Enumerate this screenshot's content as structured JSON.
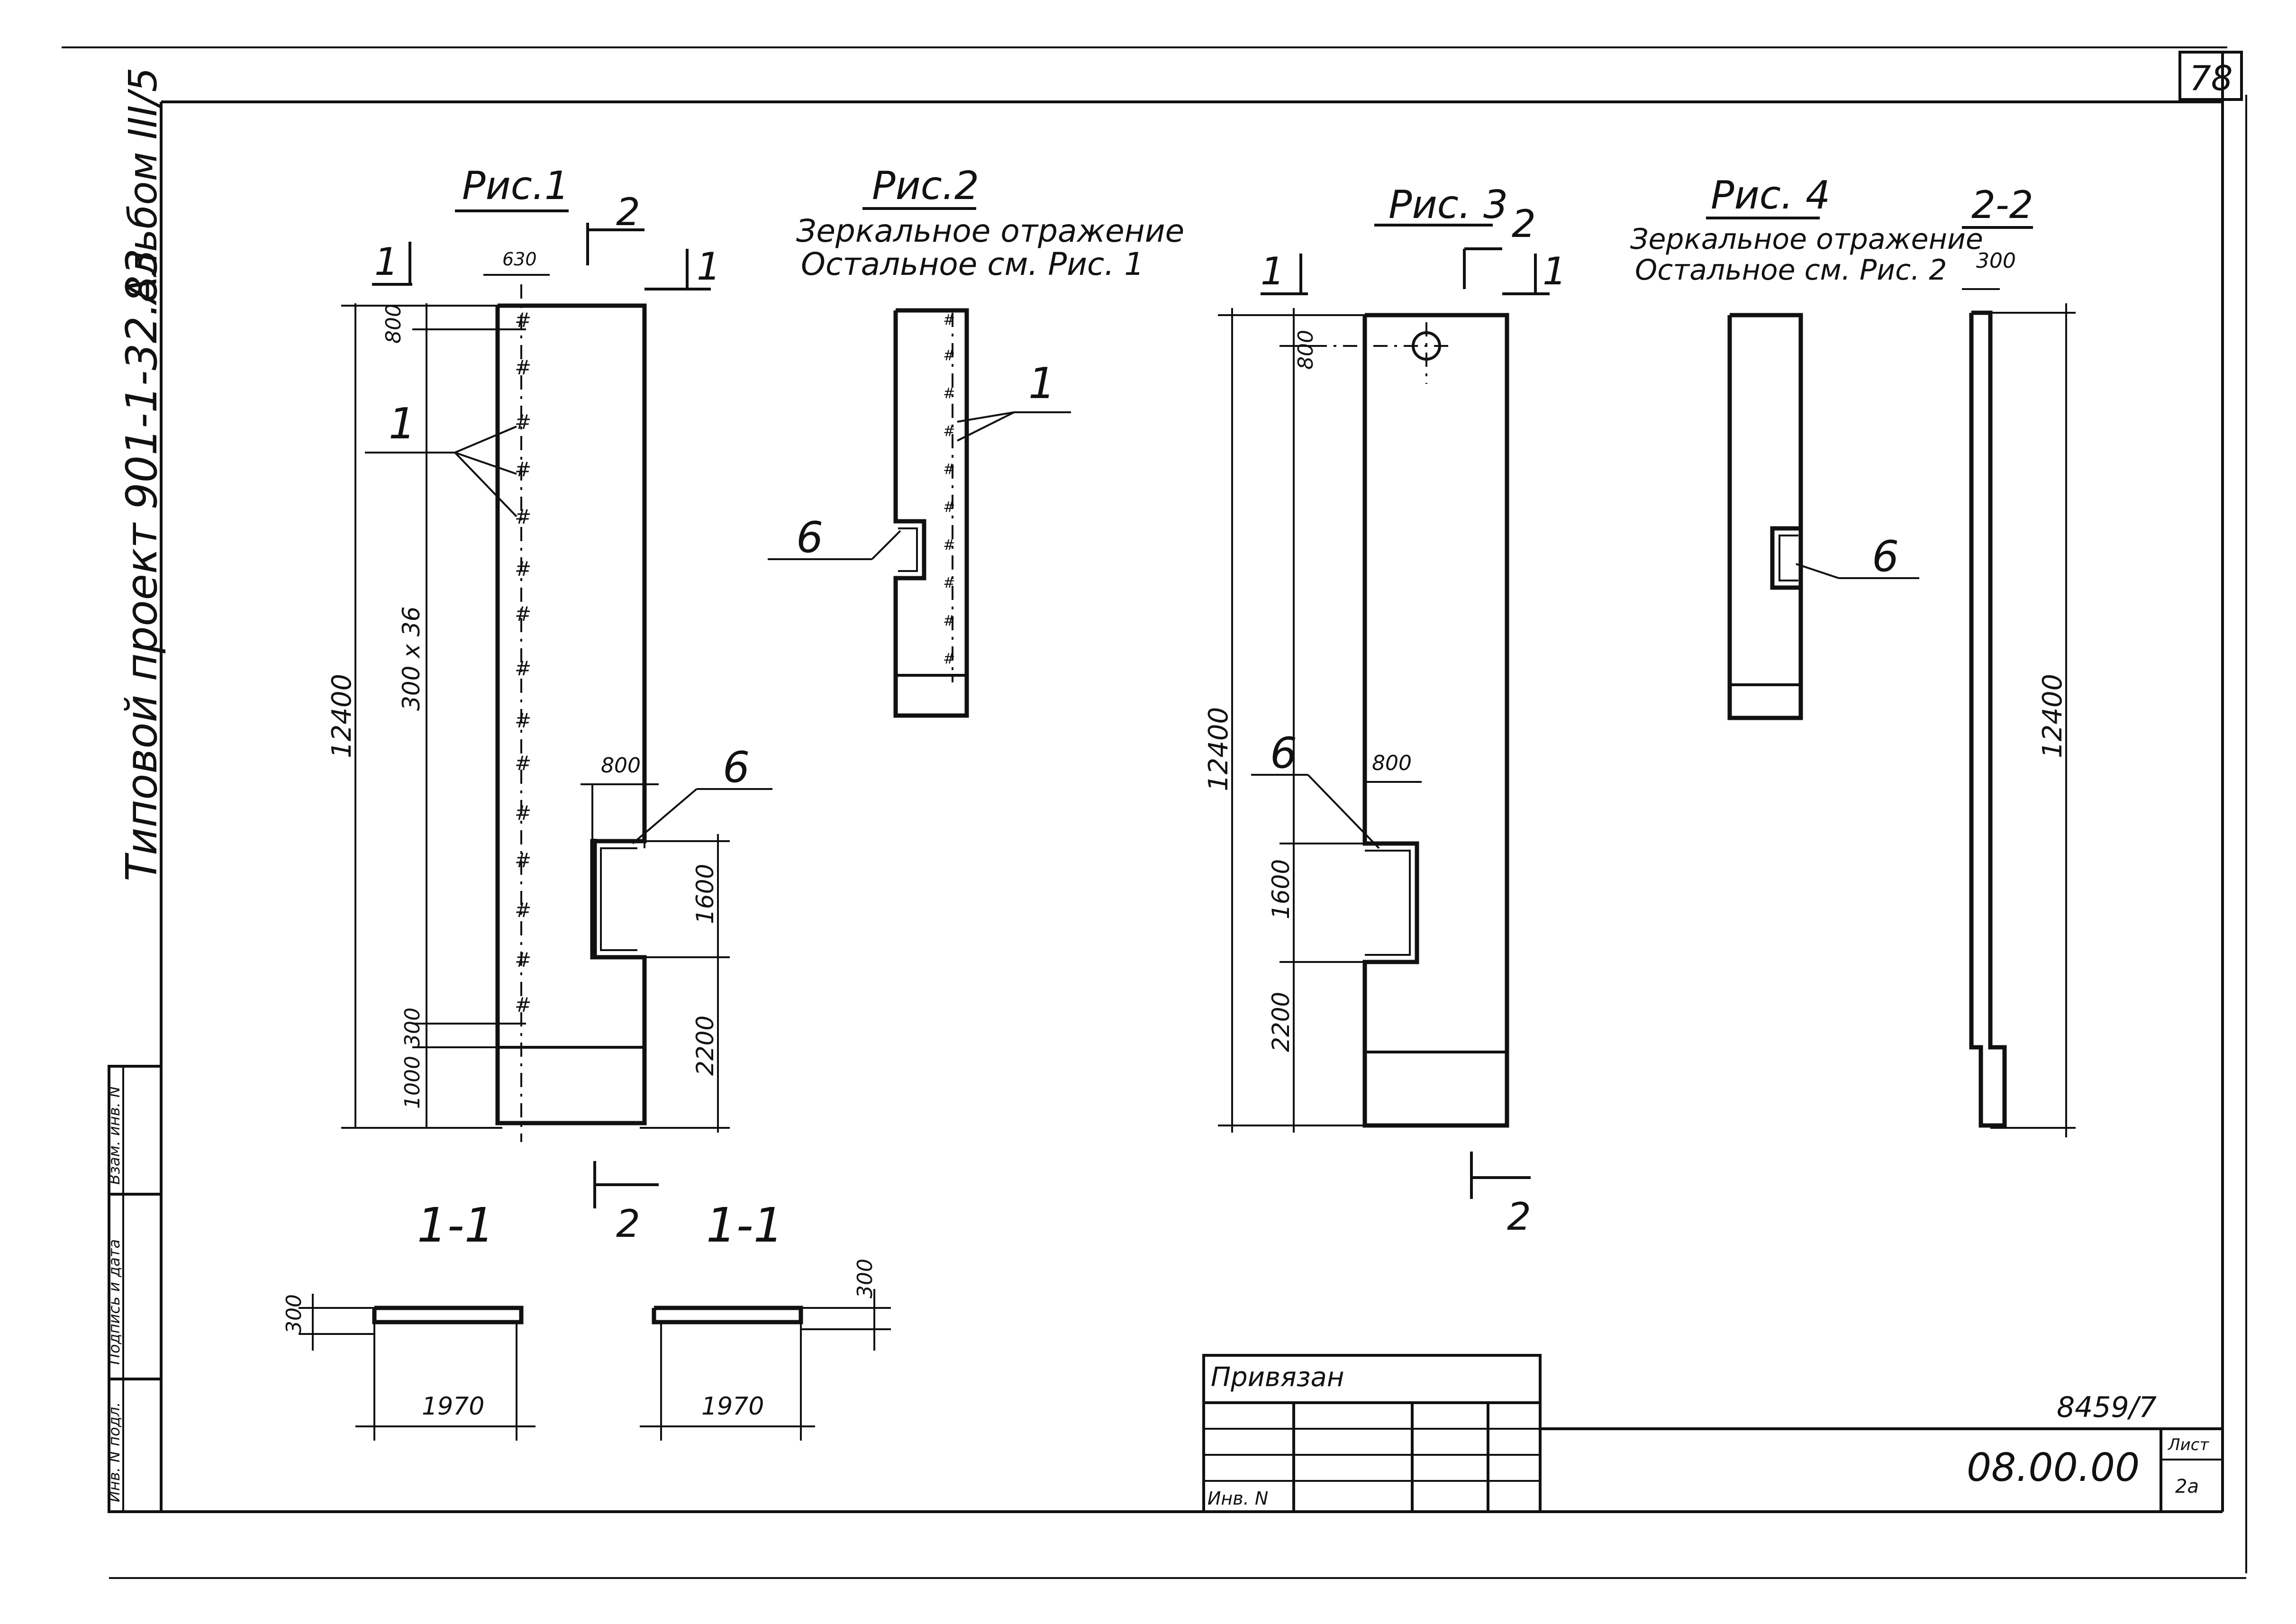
{
  "sheet_number": "78",
  "album": "Альбом III/5",
  "project": "Типовой проект 901-1-32.83",
  "fig1": {
    "title": "Рис.1",
    "dim_630": "630",
    "dim_800": "800",
    "dim_total": "12400",
    "dim_spacing": "300 х 36",
    "dim_300": "300",
    "dim_1000": "1000",
    "dim_800b": "800",
    "dim_1600": "1600",
    "dim_2200": "2200",
    "callout_1": "1",
    "callout_6": "6"
  },
  "fig2": {
    "title": "Рис.2",
    "note1": "Зеркальное отражение",
    "note2": "Остальное см. Рис. 1",
    "callout_1": "1",
    "callout_6": "6"
  },
  "fig3": {
    "title": "Рис. 3",
    "dim_800": "800",
    "dim_total": "12400",
    "dim_800b": "800",
    "dim_1600": "1600",
    "dim_2200": "2200",
    "callout_6": "6"
  },
  "fig4": {
    "title": "Рис. 4",
    "note1": "Зеркальное отражение",
    "note2": "Остальное см. Рис. 2",
    "callout_6": "6"
  },
  "section22": {
    "title": "2-2",
    "dim_300": "300",
    "dim_total": "12400"
  },
  "cut_marks": {
    "one": "1",
    "two": "2"
  },
  "section11_a": {
    "title": "1-1",
    "dim_300": "300",
    "dim_1970": "1970"
  },
  "section11_b": {
    "title": "1-1",
    "dim_300": "300",
    "dim_1970": "1970"
  },
  "side_stamp": {
    "col1": "Инв. N подл.",
    "col2": "Подпись и дата",
    "col3": "Взам. инв. N"
  },
  "title_block": {
    "bound": "Привязан",
    "inv": "Инв. N",
    "code": "08.00.00",
    "sheet_label": "Лист",
    "sheet_value": "2а",
    "doc_number": "8459/7"
  }
}
